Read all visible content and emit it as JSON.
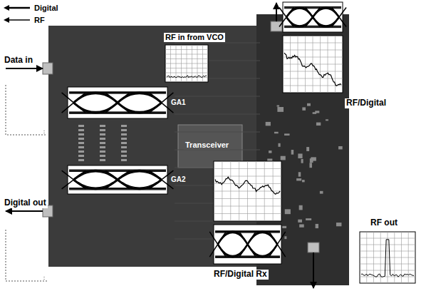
{
  "diagram": {
    "labels": [
      "Data in",
      "RF in from VCO",
      "GA1",
      "Transceiver",
      "GA2",
      "RF/Digital",
      "Digital out",
      "RF/Digital Rx",
      "RF out"
    ],
    "legend": [
      {
        "text": "Digital"
      },
      {
        "text": "RF"
      }
    ]
  }
}
